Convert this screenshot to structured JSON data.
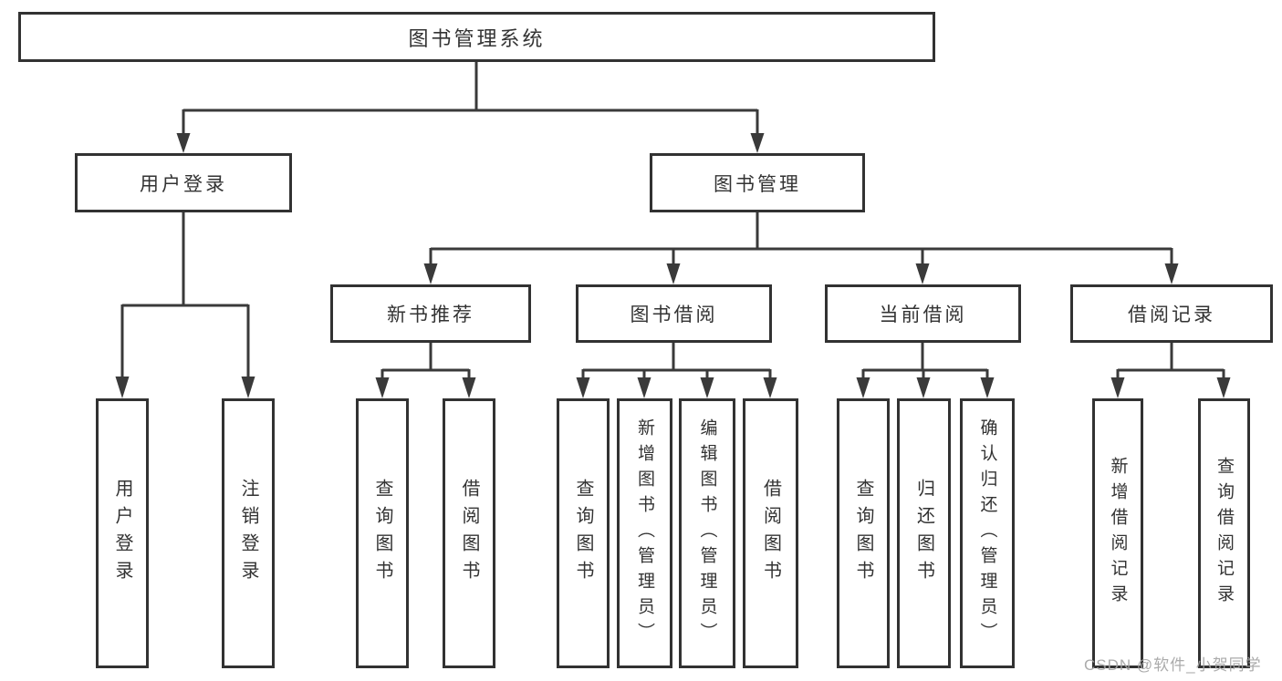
{
  "diagram": {
    "root": {
      "label": "图书管理系统"
    },
    "user_login": {
      "label": "用户登录",
      "children": [
        {
          "label": "用户登录"
        },
        {
          "label": "注销登录"
        }
      ]
    },
    "book_mgmt": {
      "label": "图书管理",
      "sections": [
        {
          "label": "新书推荐",
          "children": [
            {
              "label": "查询图书"
            },
            {
              "label": "借阅图书"
            }
          ]
        },
        {
          "label": "图书借阅",
          "children": [
            {
              "label": "查询图书"
            },
            {
              "label": "新增图书（管理员）"
            },
            {
              "label": "编辑图书（管理员）"
            },
            {
              "label": "借阅图书"
            }
          ]
        },
        {
          "label": "当前借阅",
          "children": [
            {
              "label": "查询图书"
            },
            {
              "label": "归还图书"
            },
            {
              "label": "确认归还（管理员）"
            }
          ]
        },
        {
          "label": "借阅记录",
          "children": [
            {
              "label": "新增借阅记录"
            },
            {
              "label": "查询借阅记录"
            }
          ]
        }
      ]
    },
    "watermark": "CSDN @软件_小贺同学"
  }
}
